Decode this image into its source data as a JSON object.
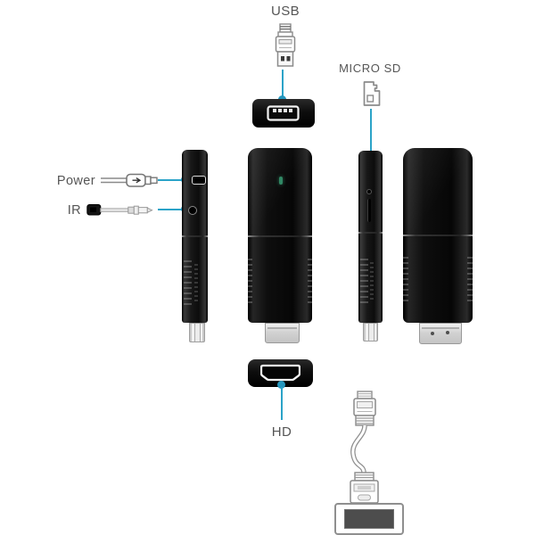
{
  "labels": {
    "usb": "USB",
    "micro_sd": "MICRO SD",
    "power": "Power",
    "ir": "IR",
    "hd": "HD"
  },
  "colors": {
    "accent": "#2ba3c8",
    "accent_dot": "#2596bd",
    "label_text": "#555555",
    "device_black": "#121212",
    "led_green": "#2e8662",
    "connector_gray": "#d6d6d6",
    "background": "#ffffff"
  },
  "icons": {
    "usb_plug": "usb-plug-icon",
    "micro_sd_card": "micro-sd-card-icon",
    "power_cable": "power-cable-icon",
    "ir_extender": "ir-extender-cable-icon",
    "usb_port": "usb-a-female-port-icon",
    "hdmi_port": "hdmi-female-port-icon",
    "hdmi_cable": "hdmi-extension-cable-icon",
    "hdmi_socket": "hdmi-socket-icon",
    "status_led": "status-led"
  }
}
